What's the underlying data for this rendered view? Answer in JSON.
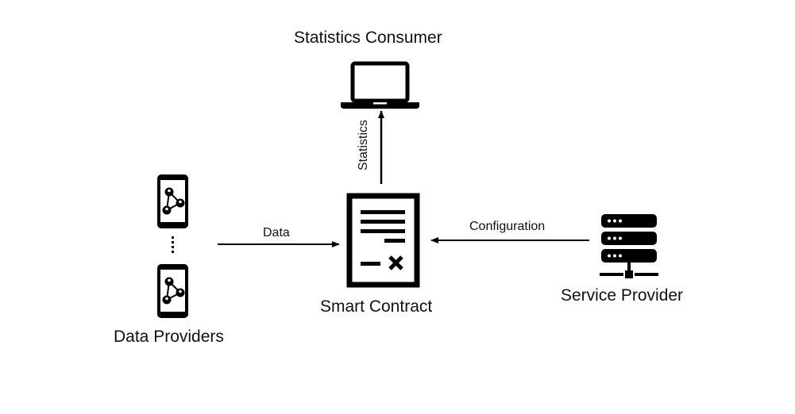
{
  "nodes": {
    "consumer": {
      "label": "Statistics Consumer",
      "icon": "laptop-icon"
    },
    "contract": {
      "label": "Smart Contract",
      "icon": "contract-document-icon"
    },
    "providers": {
      "label": "Data Providers",
      "icon": "smartphone-network-icon"
    },
    "service": {
      "label": "Service Provider",
      "icon": "server-rack-icon"
    }
  },
  "edges": {
    "data": {
      "label": "Data",
      "from": "Data Providers",
      "to": "Smart Contract"
    },
    "configuration": {
      "label": "Configuration",
      "from": "Service Provider",
      "to": "Smart Contract"
    },
    "statistics": {
      "label": "Statistics",
      "from": "Smart Contract",
      "to": "Statistics Consumer"
    }
  },
  "colors": {
    "ink": "#000000",
    "background": "#ffffff"
  }
}
